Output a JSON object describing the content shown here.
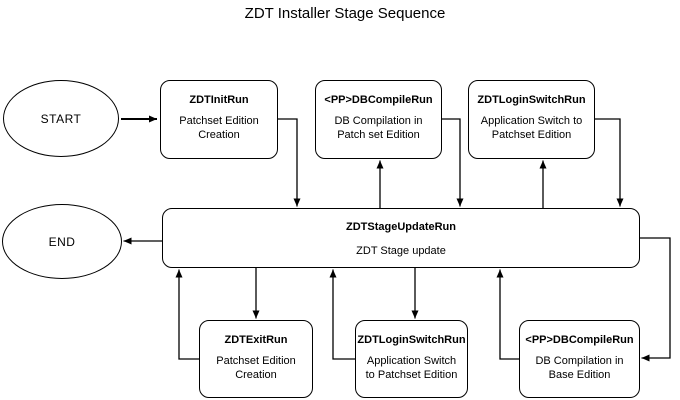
{
  "diagram": {
    "title": "ZDT Installer Stage Sequence"
  },
  "colors": {
    "background": "#ffffff",
    "line": "#000000",
    "node_border": "#000000",
    "text": "#000000",
    "start_arrow": "#7b7b7b"
  },
  "terminals": {
    "start": {
      "label": "START"
    },
    "end": {
      "label": "END"
    }
  },
  "nodes": {
    "init": {
      "name": "ZDTInitRun",
      "desc": "Patchset Edition Creation"
    },
    "db_compile_patch": {
      "name": "<PP>DBCompileRun",
      "desc": "DB Compilation in Patch set Edition"
    },
    "login_switch_patch": {
      "name": "ZDTLoginSwitchRun",
      "desc": "Application Switch to Patchset Edition"
    },
    "stage_update": {
      "name": "ZDTStageUpdateRun",
      "desc": "ZDT Stage update"
    },
    "exit": {
      "name": "ZDTExitRun",
      "desc": "Patchset Edition Creation"
    },
    "login_switch_base": {
      "name": "ZDTLoginSwitchRun",
      "desc": "Application Switch to Patchset Edition"
    },
    "db_compile_base": {
      "name": "<PP>DBCompileRun",
      "desc": "DB Compilation in Base Edition"
    }
  },
  "edges": [
    {
      "from": "start",
      "to": "init"
    },
    {
      "from": "init",
      "to": "stage_update"
    },
    {
      "from": "stage_update",
      "to": "db_compile_patch"
    },
    {
      "from": "db_compile_patch",
      "to": "stage_update"
    },
    {
      "from": "stage_update",
      "to": "login_switch_patch"
    },
    {
      "from": "login_switch_patch",
      "to": "stage_update"
    },
    {
      "from": "stage_update",
      "to": "db_compile_base"
    },
    {
      "from": "db_compile_base",
      "to": "stage_update"
    },
    {
      "from": "stage_update",
      "to": "login_switch_base"
    },
    {
      "from": "login_switch_base",
      "to": "stage_update"
    },
    {
      "from": "stage_update",
      "to": "exit"
    },
    {
      "from": "exit",
      "to": "stage_update"
    },
    {
      "from": "stage_update",
      "to": "end"
    }
  ]
}
